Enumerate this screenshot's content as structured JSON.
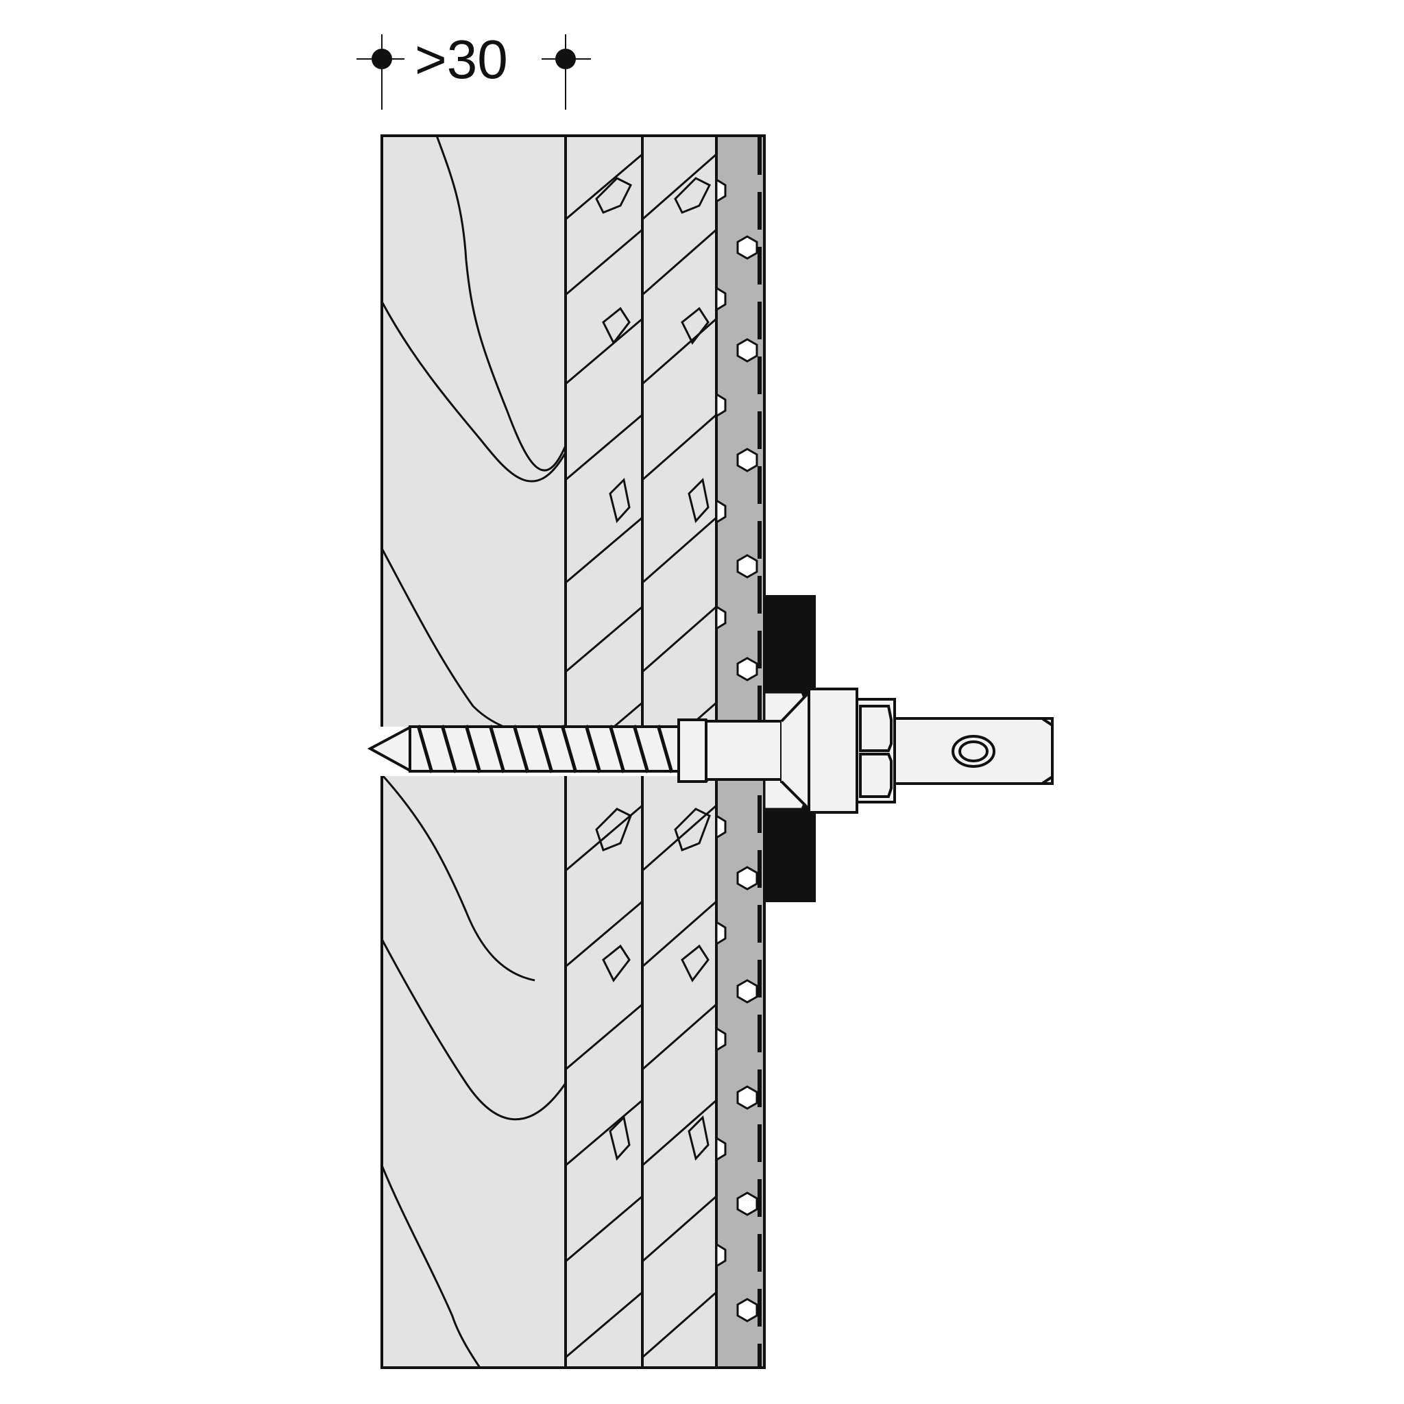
{
  "dimension": {
    "label": ">30"
  },
  "colors": {
    "background": "#ffffff",
    "timber_fill": "#e3e3e3",
    "plaster_fill": "#b4b4b4",
    "seal_fill": "#111111",
    "line": "#111111",
    "metal_fill": "#f2f2f2"
  },
  "components": [
    "timber-beam",
    "board-layer-1",
    "board-layer-2",
    "perforated-plaster-layer",
    "rubber-seal-washer",
    "hanger-bolt",
    "hex-nut",
    "threaded-rod-end"
  ]
}
